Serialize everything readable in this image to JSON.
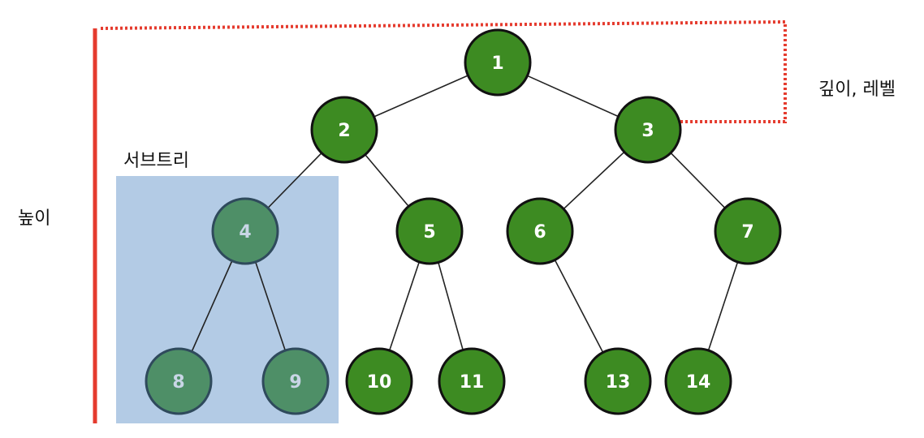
{
  "labels": {
    "height": "높이",
    "depth_level": "깊이, 레벨",
    "subtree": "서브트리"
  },
  "colors": {
    "node_fill": "#3d8b22",
    "node_stroke": "#111111",
    "subtree_node_fill": "#4e8f67",
    "subtree_node_stroke": "#2f4a5c",
    "subtree_node_text": "#c9d6e6",
    "subtree_bg": "#b3cbe5",
    "marker_red": "#e53b2e",
    "edge": "#222222"
  },
  "tree": {
    "nodes": [
      {
        "id": "1",
        "label": "1"
      },
      {
        "id": "2",
        "label": "2"
      },
      {
        "id": "3",
        "label": "3"
      },
      {
        "id": "4",
        "label": "4",
        "subtree": true
      },
      {
        "id": "5",
        "label": "5"
      },
      {
        "id": "6",
        "label": "6"
      },
      {
        "id": "7",
        "label": "7"
      },
      {
        "id": "8",
        "label": "8",
        "subtree": true
      },
      {
        "id": "9",
        "label": "9",
        "subtree": true
      },
      {
        "id": "10",
        "label": "10"
      },
      {
        "id": "11",
        "label": "11"
      },
      {
        "id": "13",
        "label": "13"
      },
      {
        "id": "14",
        "label": "14"
      }
    ],
    "edges": [
      [
        "1",
        "2"
      ],
      [
        "1",
        "3"
      ],
      [
        "2",
        "4"
      ],
      [
        "2",
        "5"
      ],
      [
        "3",
        "6"
      ],
      [
        "3",
        "7"
      ],
      [
        "4",
        "8"
      ],
      [
        "4",
        "9"
      ],
      [
        "5",
        "10"
      ],
      [
        "5",
        "11"
      ],
      [
        "6",
        "13"
      ],
      [
        "7",
        "14"
      ]
    ]
  }
}
